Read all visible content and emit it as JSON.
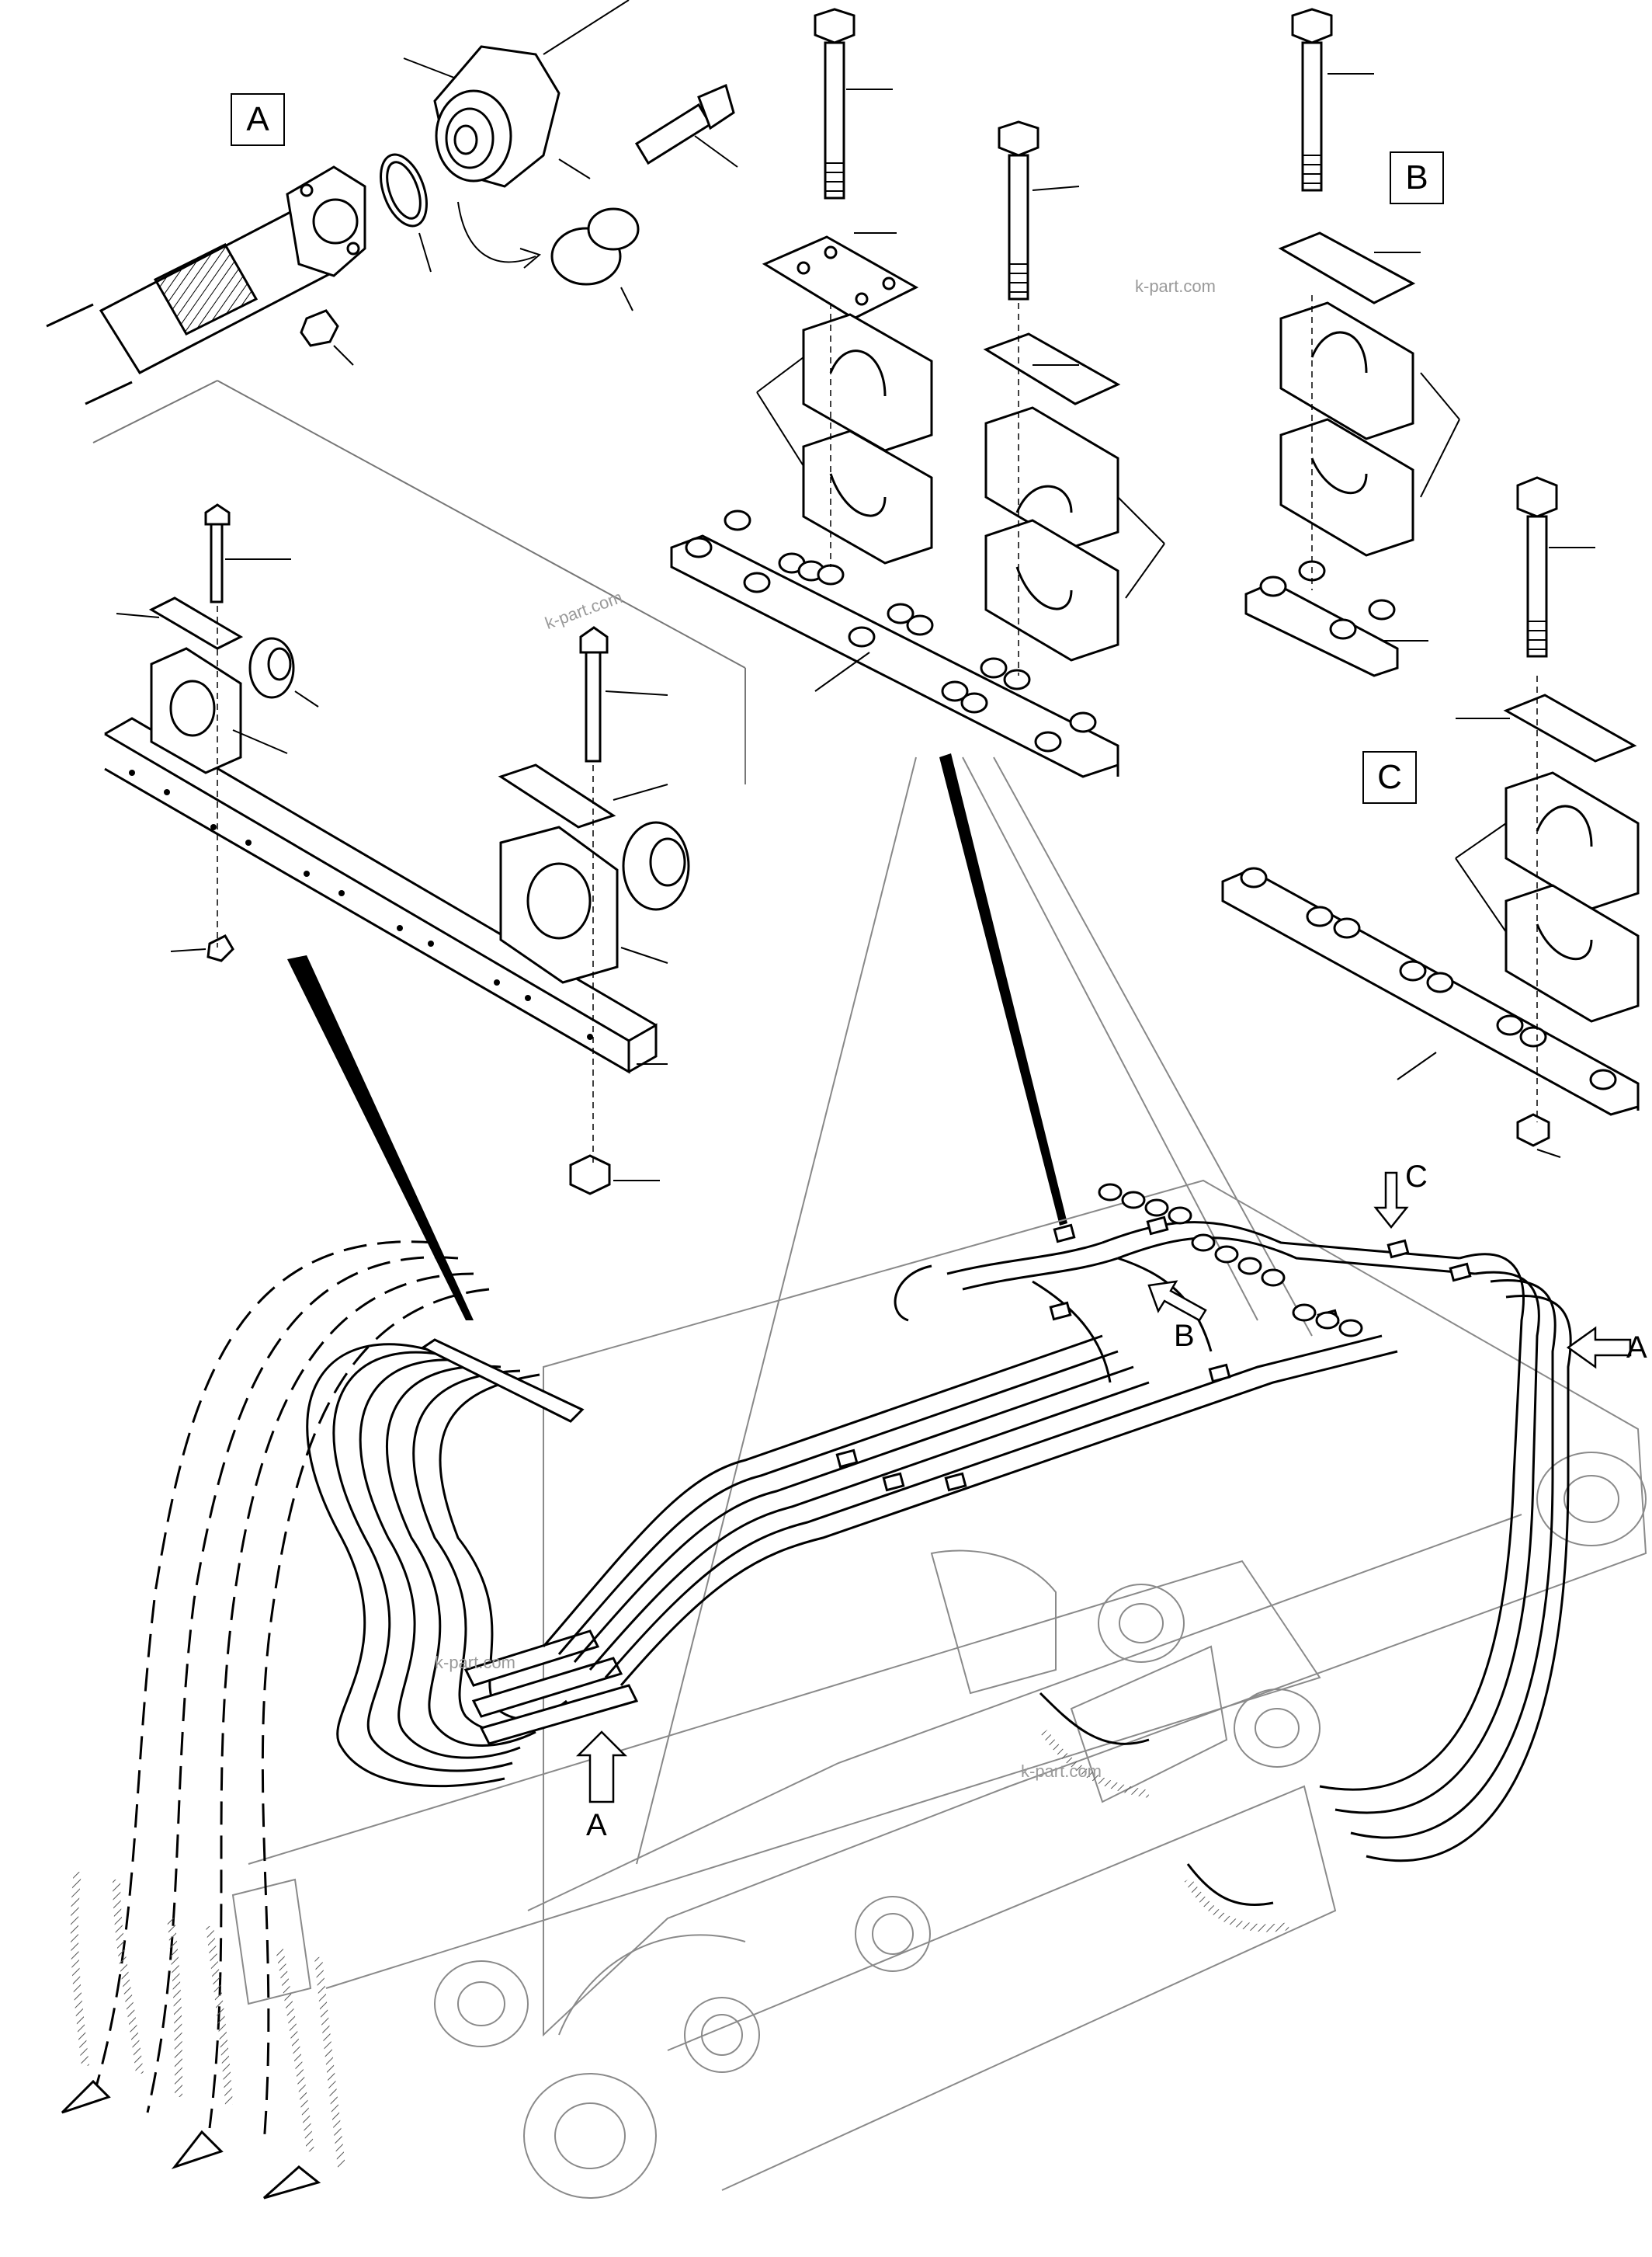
{
  "detail_labels": {
    "a": "A",
    "b": "B",
    "c": "C"
  },
  "arrow_labels": {
    "a_bottom": "A",
    "b": "B",
    "c": "C",
    "a_right": "A"
  },
  "watermarks": {
    "wm1": "k-part.com",
    "wm2": "k-part.com",
    "wm3": "k-part.com",
    "wm4": "k-part.com"
  },
  "drawing_code": "",
  "colors": {
    "line": "#000000",
    "ghost": "#8a8a8a",
    "background": "#ffffff"
  }
}
